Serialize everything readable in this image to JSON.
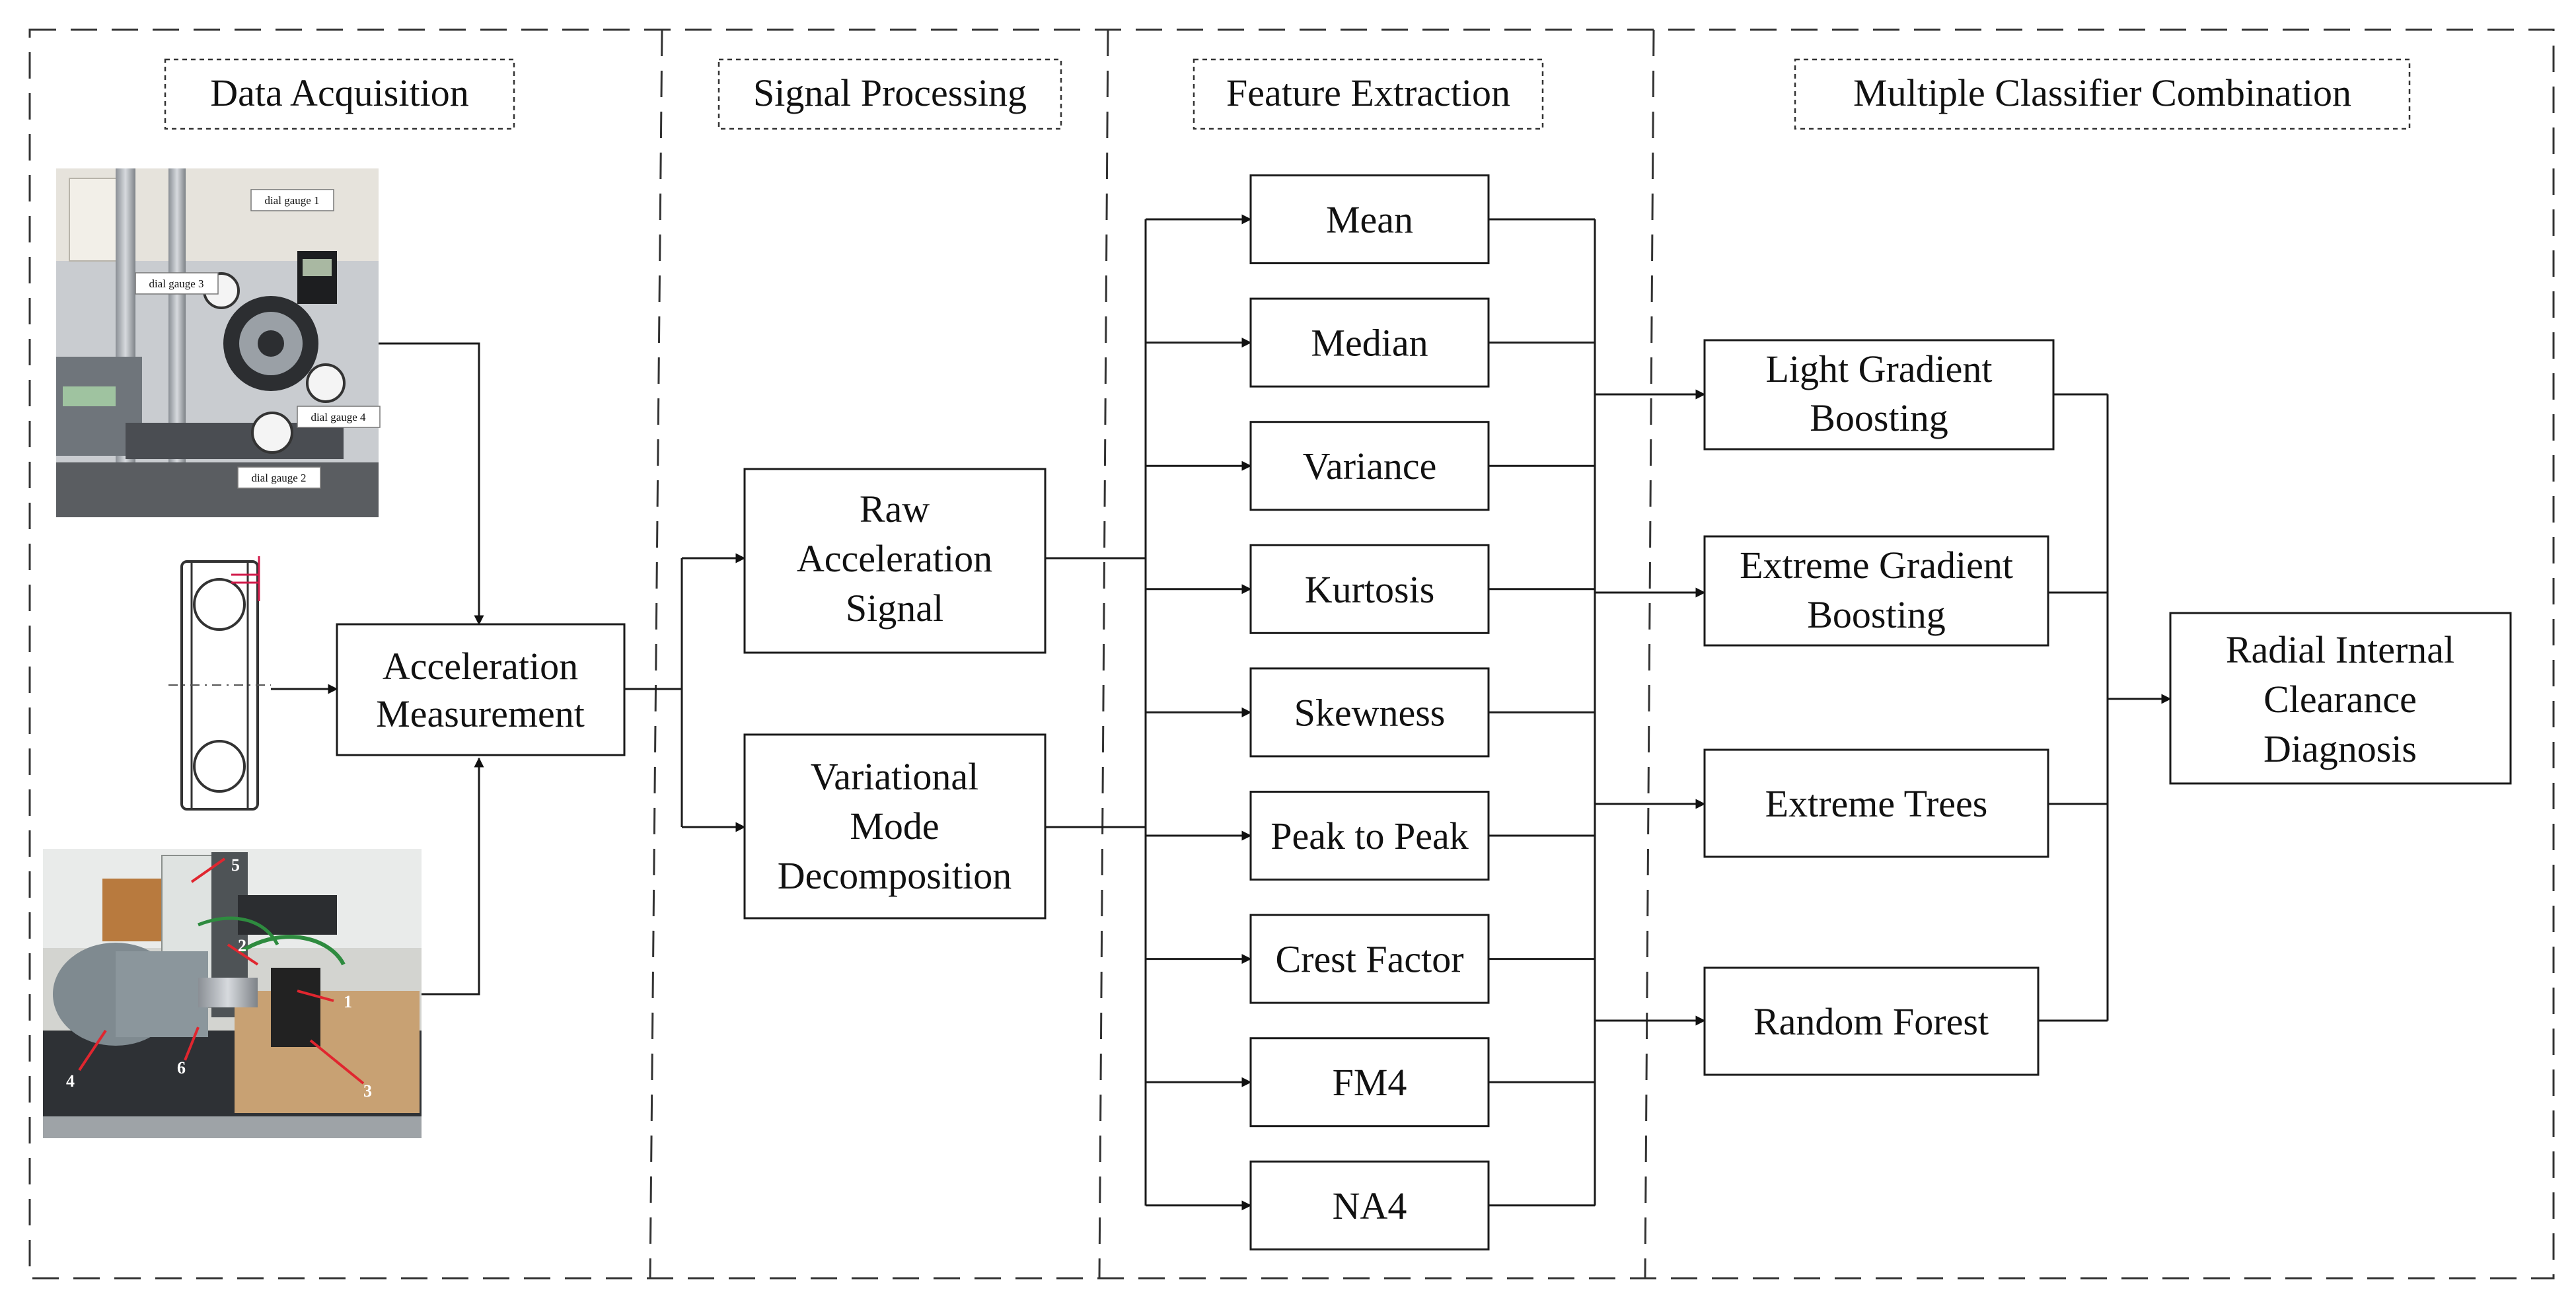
{
  "sections": {
    "data_acquisition": "Data Acquisition",
    "signal_processing": "Signal Processing",
    "feature_extraction": "Feature Extraction",
    "classifier_combination": "Multiple Classifier Combination"
  },
  "photos": {
    "test_rig_labels": [
      "dial gauge 1",
      "dial gauge 3",
      "dial gauge 4",
      "dial gauge 2"
    ],
    "motor_rig_labels": [
      "5",
      "2",
      "1",
      "4",
      "6",
      "3"
    ]
  },
  "blocks": {
    "acceleration_measurement": [
      "Acceleration",
      "Measurement"
    ],
    "raw_signal": [
      "Raw",
      "Acceleration",
      "Signal"
    ],
    "vmd": [
      "Variational",
      "Mode",
      "Decomposition"
    ]
  },
  "features": [
    "Mean",
    "Median",
    "Variance",
    "Kurtosis",
    "Skewness",
    "Peak to Peak",
    "Crest Factor",
    "FM4",
    "NA4"
  ],
  "classifiers": [
    [
      "Light Gradient",
      "Boosting"
    ],
    [
      "Extreme Gradient",
      "Boosting"
    ],
    [
      "Extreme Trees"
    ],
    [
      "Random Forest"
    ]
  ],
  "output": [
    "Radial Internal",
    "Clearance",
    "Diagnosis"
  ]
}
